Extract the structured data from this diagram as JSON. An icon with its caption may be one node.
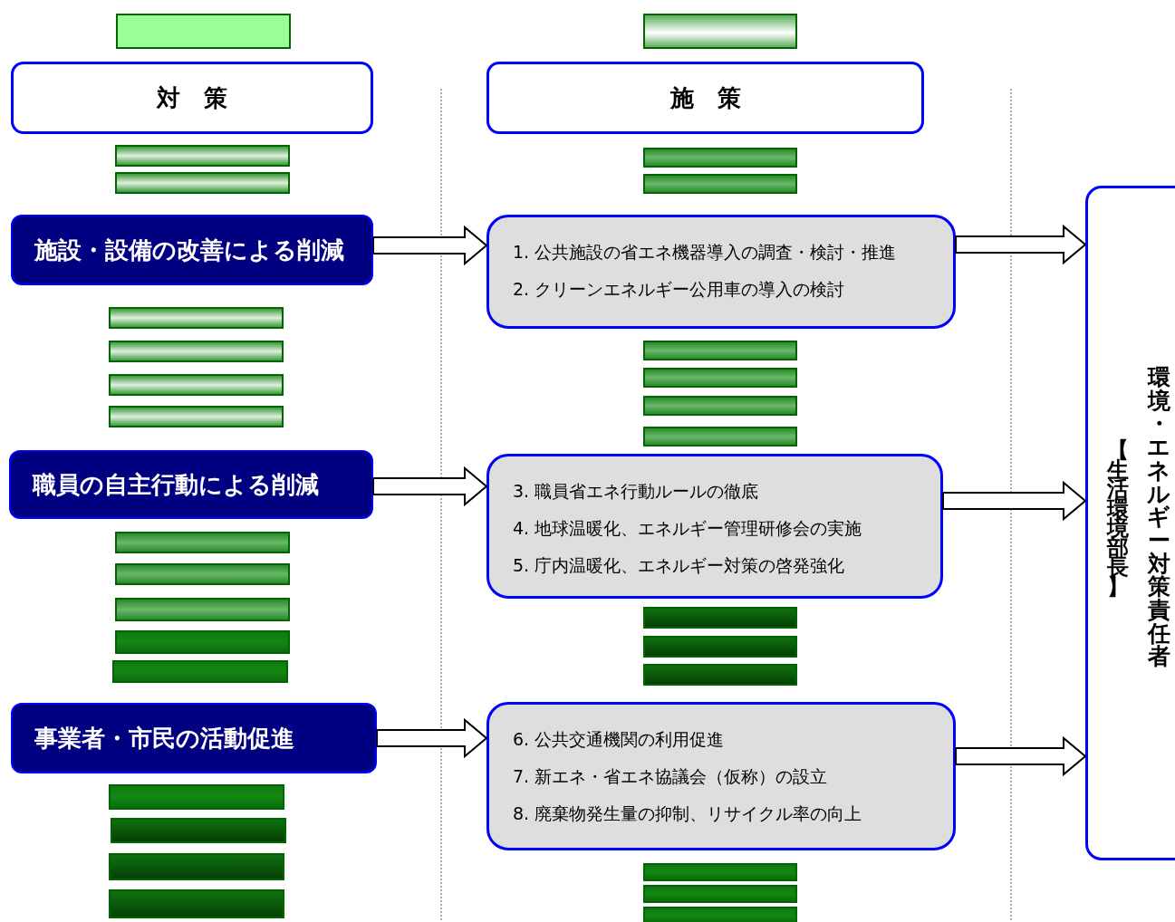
{
  "diagram": {
    "nodes": [
      {
        "text": [
          "対　策"
        ]
      },
      {
        "text": [
          "施　策"
        ]
      },
      {
        "text": [
          "施設・設備の改善による削減"
        ]
      },
      {
        "text": [
          "1. 公共施設の省エネ機器導入の調査・検討・推進",
          "2. クリーンエネルギー公用車の導入の検討"
        ]
      },
      {
        "text": [
          "職員の自主行動による削減"
        ]
      },
      {
        "text": [
          "3. 職員省エネ行動ルールの徹底",
          "4. 地球温暖化、エネルギー管理研修会の実施",
          "5. 庁内温暖化、エネルギー対策の啓発強化"
        ]
      },
      {
        "text": [
          "事業者・市民の活動促進"
        ]
      },
      {
        "text": [
          "6. 公共交通機関の利用促進",
          "7. 新エネ・省エネ協議会（仮称）の設立",
          "8. 廃棄物発生量の抑制、リサイクル率の向上"
        ]
      },
      {
        "text": [
          "【生活環境部長】",
          "環境・エネルギー対策責任者"
        ]
      },
      {
        "text": [],
        "shape": "bar"
      },
      {
        "text": [],
        "shape": "bar"
      },
      {
        "text": [],
        "shape": "bar"
      },
      {
        "text": [],
        "shape": "bar"
      },
      {
        "text": [],
        "shape": "bar"
      },
      {
        "text": [],
        "shape": "bar"
      },
      {
        "text": [],
        "shape": "bar"
      },
      {
        "text": [],
        "shape": "bar"
      },
      {
        "text": [],
        "shape": "bar"
      },
      {
        "text": [],
        "shape": "bar"
      },
      {
        "text": [],
        "shape": "bar"
      },
      {
        "text": [],
        "shape": "bar"
      },
      {
        "text": [],
        "shape": "bar"
      },
      {
        "text": [],
        "shape": "bar"
      },
      {
        "text": [],
        "shape": "bar"
      },
      {
        "text": [],
        "shape": "bar"
      },
      {
        "text": [],
        "shape": "bar"
      },
      {
        "text": [],
        "shape": "bar"
      },
      {
        "text": [],
        "shape": "bar"
      },
      {
        "text": [],
        "shape": "bar"
      },
      {
        "text": [],
        "shape": "bar"
      },
      {
        "text": [],
        "shape": "bar"
      },
      {
        "text": [],
        "shape": "bar"
      },
      {
        "text": [],
        "shape": "bar"
      },
      {
        "text": [],
        "shape": "bar"
      },
      {
        "text": [],
        "shape": "bar"
      },
      {
        "text": [],
        "shape": "bar"
      },
      {
        "text": [],
        "shape": "bar"
      },
      {
        "text": [],
        "shape": "bar"
      }
    ],
    "edges": [
      {
        "from": 2,
        "to": 3,
        "arrow": "to"
      },
      {
        "from": 4,
        "to": 5,
        "arrow": "to"
      },
      {
        "from": 6,
        "to": 7,
        "arrow": "to"
      },
      {
        "from": 3,
        "to": 8,
        "arrow": "to"
      },
      {
        "from": 5,
        "to": 8,
        "arrow": "to"
      },
      {
        "from": 7,
        "to": 8,
        "arrow": "to"
      }
    ]
  }
}
